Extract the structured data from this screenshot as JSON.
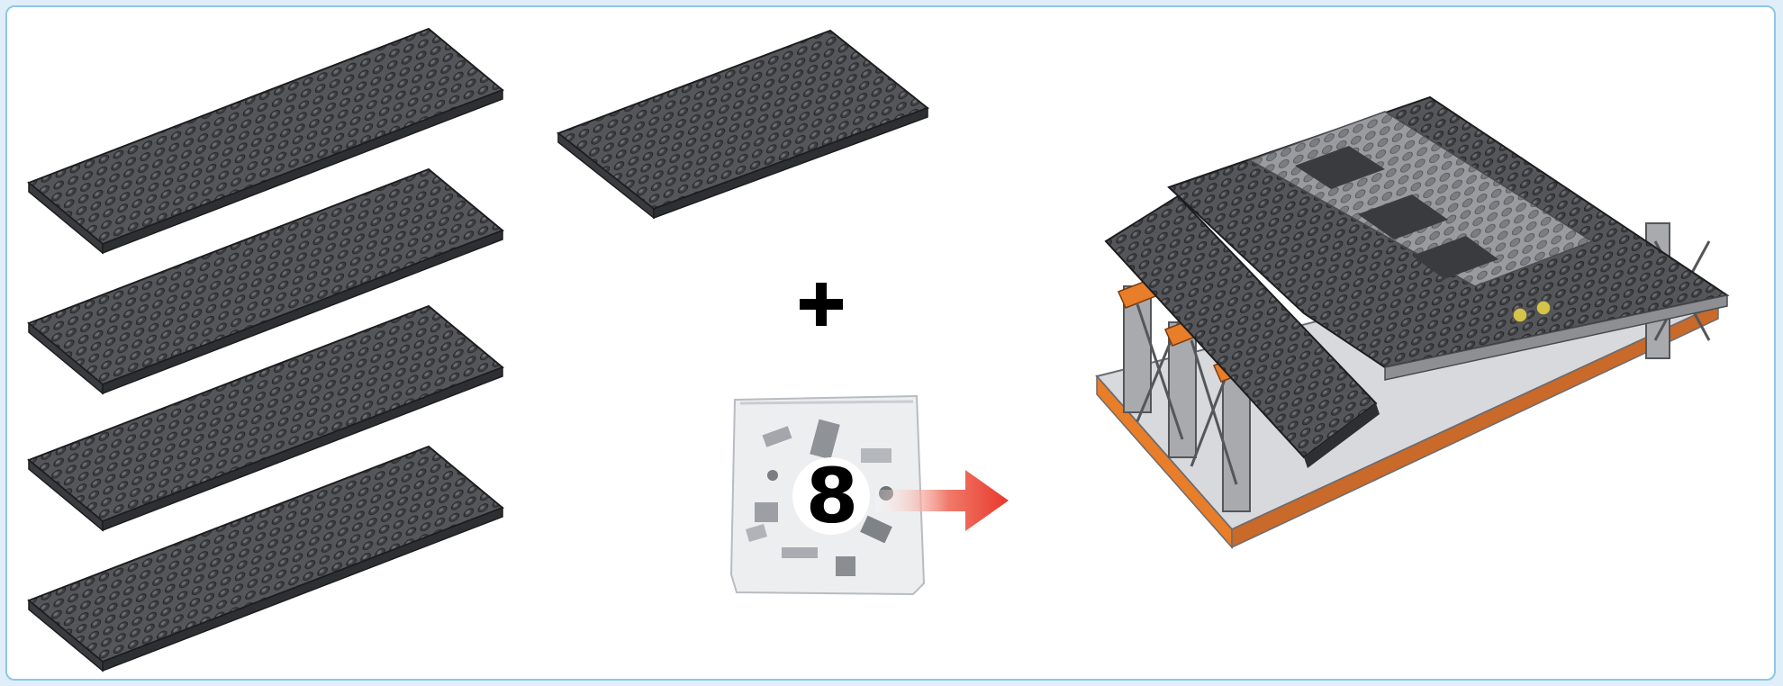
{
  "step": {
    "bag_number": "8"
  },
  "parts": [
    {
      "name": "dark-gray-plate-1"
    },
    {
      "name": "dark-gray-plate-2"
    },
    {
      "name": "dark-gray-plate-3"
    },
    {
      "name": "dark-gray-plate-4"
    },
    {
      "name": "dark-gray-plate-5"
    }
  ],
  "colors": {
    "plate": "#55565a",
    "plate_edge": "#2e2f32",
    "arrow": "#e8382b",
    "frame_border": "#8fc6e8",
    "accent_orange": "#e87d2a"
  }
}
